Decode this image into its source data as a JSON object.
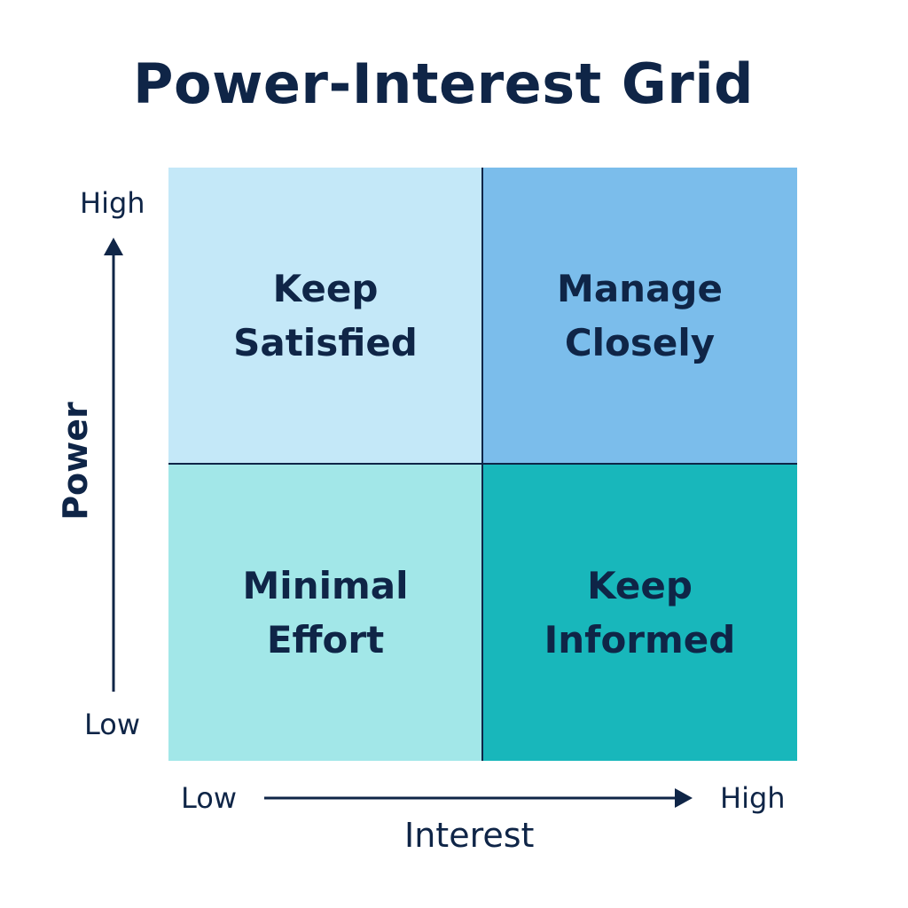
{
  "title": "Power-Interest Grid",
  "axes": {
    "y": {
      "label": "Power",
      "low": "Low",
      "high": "High"
    },
    "x": {
      "label": "Interest",
      "low": "Low",
      "high": "High"
    }
  },
  "quadrants": {
    "top_left": {
      "line1": "Keep",
      "line2": "Satisfied",
      "color": "#c4e8f8"
    },
    "top_right": {
      "line1": "Manage",
      "line2": "Closely",
      "color": "#7bbdeb"
    },
    "bottom_left": {
      "line1": "Minimal",
      "line2": "Effort",
      "color": "#a2e7e8"
    },
    "bottom_right": {
      "line1": "Keep",
      "line2": "Informed",
      "color": "#18b7bb"
    }
  },
  "colors": {
    "text": "#0f2547",
    "axis": "#0f2547"
  }
}
